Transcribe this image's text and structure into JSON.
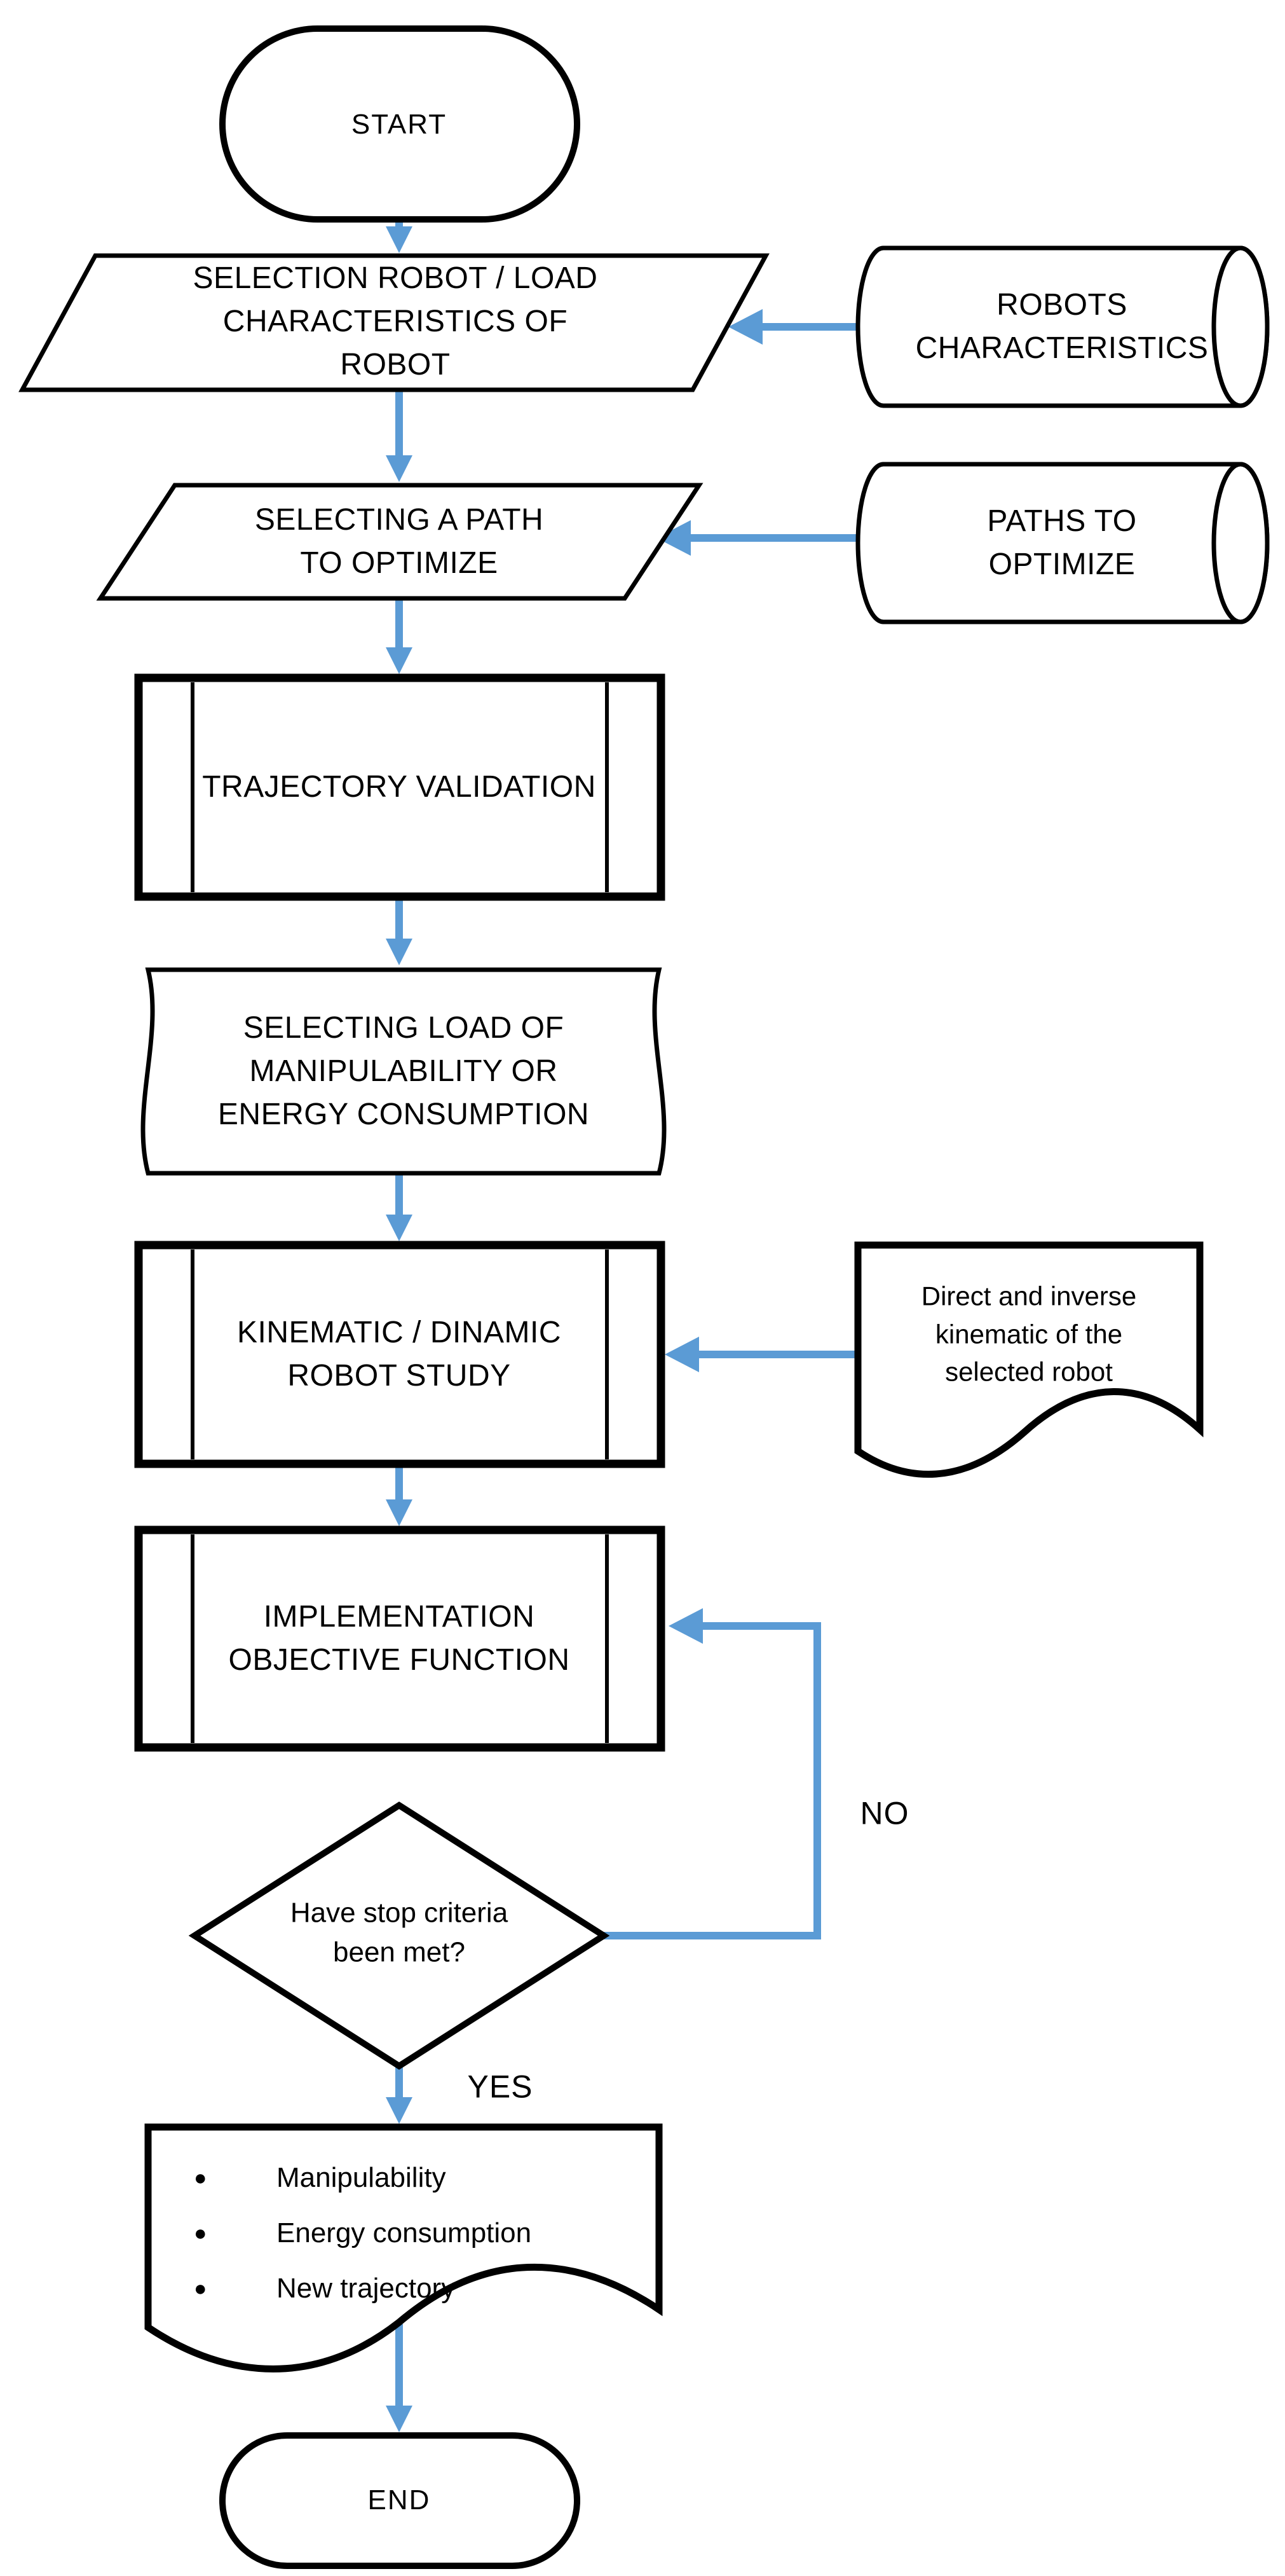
{
  "colors": {
    "connector": "#5B9BD5",
    "outline": "#000000",
    "background": "#FFFFFF"
  },
  "nodes": {
    "start": {
      "label": "START"
    },
    "select_robot": {
      "label": "SELECTION ROBOT / LOAD\nCHARACTERISTICS OF\nROBOT"
    },
    "robots_characteristics": {
      "label": "ROBOTS\nCHARACTERISTICS"
    },
    "select_path": {
      "label": "SELECTING A PATH\nTO OPTIMIZE"
    },
    "paths_to_optimize": {
      "label": "PATHS TO OPTIMIZE"
    },
    "trajectory_validation": {
      "label": "TRAJECTORY VALIDATION"
    },
    "selecting_load": {
      "label": "SELECTING LOAD OF\nMANIPULABILITY OR\nENERGY CONSUMPTION"
    },
    "kinematic_study": {
      "label": "KINEMATIC / DINAMIC\nROBOT STUDY"
    },
    "kinematic_doc": {
      "label": "Direct and inverse\nkinematic of the\nselected robot"
    },
    "implementation": {
      "label": "IMPLEMENTATION\nOBJECTIVE FUNCTION"
    },
    "stop_criteria": {
      "label": "Have stop criteria\nbeen met?"
    },
    "outputs": {
      "items": [
        "Manipulability",
        "Energy consumption",
        "New trajectory"
      ]
    },
    "end": {
      "label": "END"
    }
  },
  "edges": {
    "no_label": "NO",
    "yes_label": "YES"
  }
}
